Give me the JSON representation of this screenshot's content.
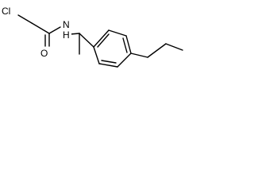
{
  "molecule": {
    "atoms": {
      "chlorine": "Cl",
      "nitrogen": "N",
      "hydrogen": "H",
      "oxygen": "O"
    }
  },
  "colors": {
    "background": "#ffffff",
    "bond": "#000000",
    "label": "#000000"
  }
}
